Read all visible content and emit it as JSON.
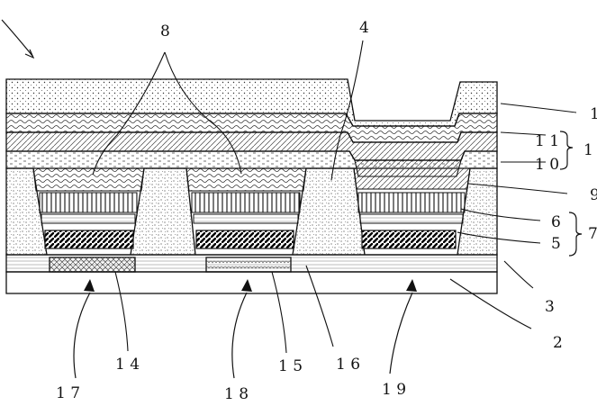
{
  "figure": {
    "labels": {
      "top_layer": "1",
      "layer_11": "1 1",
      "group_1": "1",
      "layer_10": "1 0",
      "layer_9": "9",
      "layer_6": "6",
      "group_7": "7",
      "layer_5": "5",
      "layer_3": "3",
      "substrate_2": "2",
      "bank_4": "4",
      "emitters_8": "8",
      "filter_14": "1 4",
      "filter_15": "1 5",
      "layer_16": "1 6",
      "light_17": "1 7",
      "light_18": "1 8",
      "light_19": "1 9"
    }
  }
}
